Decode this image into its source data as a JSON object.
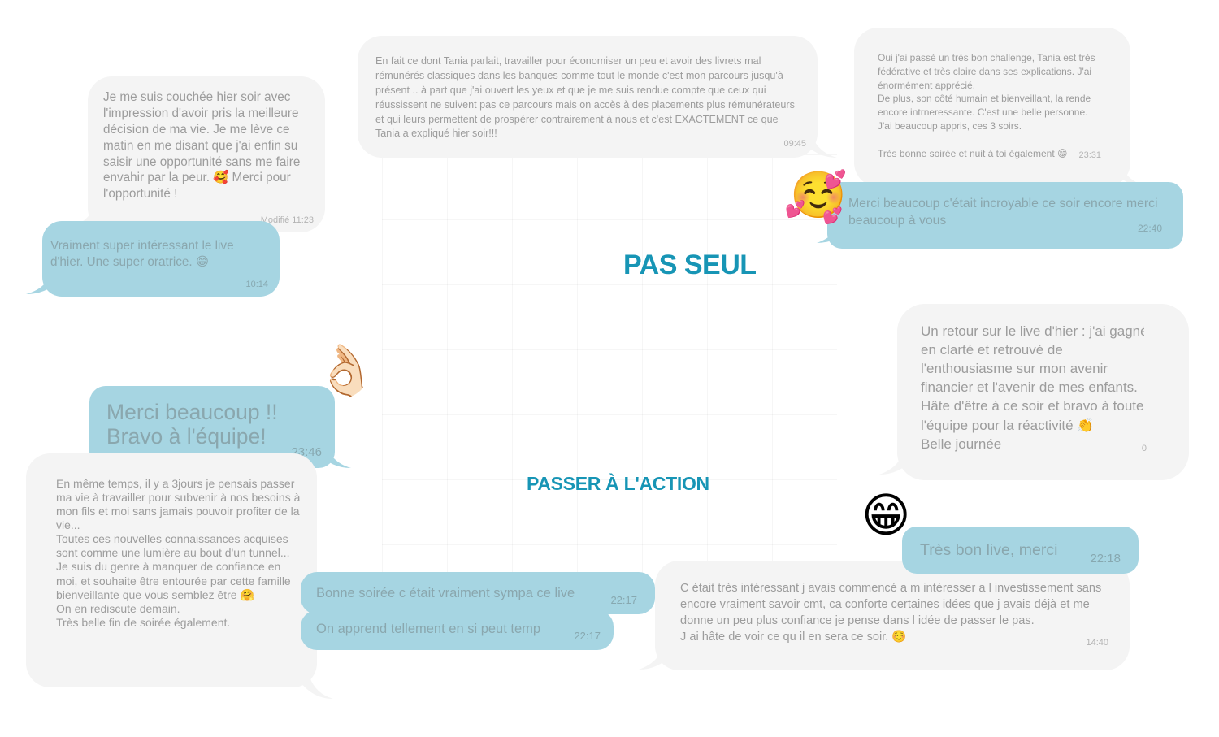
{
  "headings": {
    "pas_seul": "PAS SEUL",
    "passer_action": "PASSER À L'ACTION"
  },
  "messages": {
    "m1": {
      "text": "Je me suis couchée hier soir avec l'impression d'avoir pris la meilleure décision de ma vie. Je me lève ce matin en me disant que j'ai enfin su saisir une opportunité sans me faire envahir par la peur. 🥰 Merci pour l'opportunité !",
      "time": "Modifié 11:23"
    },
    "m2": {
      "text": "Vraiment super intéressant le live d'hier.  Une super oratrice. 😁",
      "time": "10:14"
    },
    "m3": {
      "text": "En fait ce dont Tania parlait, travailler pour économiser un peu et avoir des livrets mal rémunérés classiques dans les banques comme tout le monde c'est mon parcours jusqu'à présent .. à part que j'ai ouvert les yeux et que je me suis rendue compte que ceux qui réussissent ne suivent pas ce parcours mais on accès à des placements plus rémunérateurs et qui leurs permettent de prospérer contrairement à nous et c'est EXACTEMENT ce que Tania a expliqué hier soir!!!",
      "time": "09:45"
    },
    "m4": {
      "text": "Oui j'ai passé un très bon challenge, Tania est très fédérative et très claire dans ses explications. J'ai énormément apprécié.\nDe plus, son côté humain et bienveillant, la rende encore intrneressante. C'est une belle personne.\nJ'ai beaucoup appris, ces 3 soirs.\n\nTrès bonne soirée et nuit à toi également 😁",
      "time": "23:31"
    },
    "m5": {
      "text": "Merci beaucoup c'était incroyable ce soir encore merci beaucoup à vous",
      "time": "22:40"
    },
    "m6": {
      "text": "Un retour sur le live d'hier : j'ai gagné en clarté et retrouvé de l'enthousiasme sur mon avenir financier et l'avenir de mes enfants. Hâte d'être à ce soir et bravo à toute l'équipe pour la réactivité 👏\nBelle journée",
      "time": "0"
    },
    "m7": {
      "text": "Merci beaucoup !!\nBravo à l'équipe!",
      "time": "23:46"
    },
    "m8": {
      "text": "En même temps, il y a 3jours je pensais passer ma vie à travailler pour subvenir à nos besoins à mon fils et moi sans jamais pouvoir profiter de la vie...\nToutes ces nouvelles connaissances acquises sont comme une lumière au bout d'un tunnel...\nJe suis du genre à manquer de confiance en moi, et souhaite être entourée par cette famille bienveillante que vous semblez être 🤗\nOn en rediscute demain.\nTrès belle fin de soirée également.",
      "time": ""
    },
    "m9": {
      "text": "Bonne soirée c était vraiment sympa ce live",
      "time": "22:17"
    },
    "m10": {
      "text": "On apprend tellement en si peut temp",
      "time": "22:17"
    },
    "m11": {
      "text": "Très bon live, merci",
      "time": "22:18"
    },
    "m12": {
      "text": "C était très intéressant j avais commencé a m intéresser a l investissement sans encore vraiment savoir cmt, ca conforte certaines idées que j avais déjà et me donne un peu plus confiance je pense dans l idée de passer le pas.\nJ ai hâte de voir ce qu il en sera ce soir. ☺️",
      "time": "14:40"
    }
  },
  "emojis": {
    "blush": "☺️",
    "hearts": "💕",
    "ok_hand": "👌🏻",
    "grin": "😁"
  },
  "colors": {
    "heading": "#1795b5",
    "blue_bubble": "#a6d5e2",
    "gray_bubble": "#f4f4f4"
  }
}
